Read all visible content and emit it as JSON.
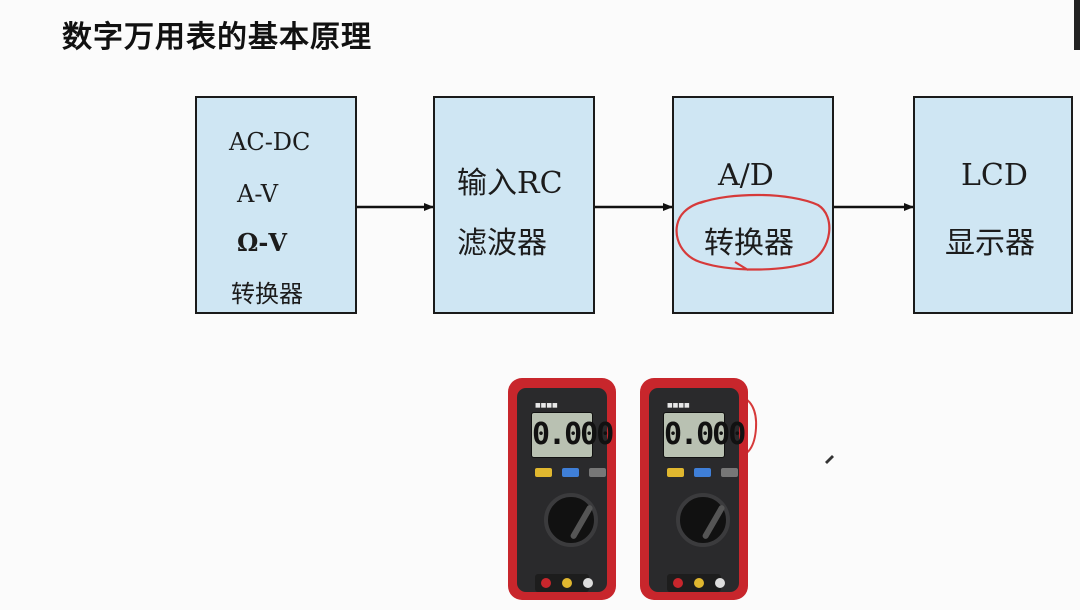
{
  "page": {
    "title": "数字万用表的基本原理"
  },
  "diagram": {
    "blocks": [
      {
        "id": "converter",
        "lines": [
          "AC-DC",
          "A-V",
          "Ω-V",
          "转换器"
        ]
      },
      {
        "id": "rc_filter",
        "lines": [
          "输入RC",
          "滤波器"
        ]
      },
      {
        "id": "ad_converter",
        "lines": [
          "A/D",
          "转换器"
        ],
        "highlighted_line": "转换器"
      },
      {
        "id": "lcd",
        "lines": [
          "LCD",
          "显示器"
        ]
      }
    ],
    "connections": [
      {
        "from": "converter",
        "to": "rc_filter"
      },
      {
        "from": "rc_filter",
        "to": "ad_converter"
      },
      {
        "from": "ad_converter",
        "to": "lcd"
      }
    ],
    "annotation_color": "#d63a3a",
    "block_fill": "#cfe6f3"
  },
  "photos": {
    "multimeters": [
      {
        "reading": "0.000"
      },
      {
        "reading": "0.000"
      }
    ],
    "case_color": "#c8262c"
  }
}
